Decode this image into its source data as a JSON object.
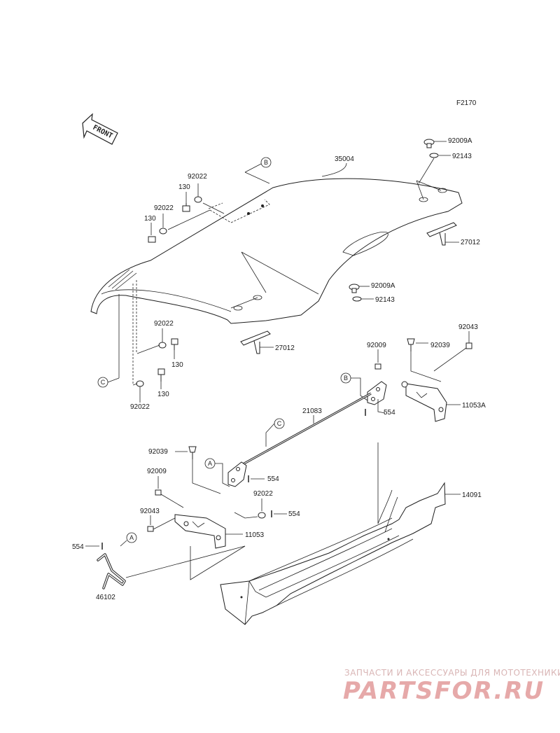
{
  "figure_id": "F2170",
  "front_label": "FRONT",
  "parts": {
    "p35004": "35004",
    "p92009A_top": "92009A",
    "p92143_top": "92143",
    "p27012_right": "27012",
    "p92022_a": "92022",
    "p130_a": "130",
    "p92022_b": "92022",
    "p130_b": "130",
    "p92009A_mid": "92009A",
    "p92143_mid": "92143",
    "p27012_mid": "27012",
    "p92022_c": "92022",
    "p130_c": "130",
    "p130_d": "130",
    "p92022_d": "92022",
    "p92043_right": "92043",
    "p92009_right": "92009",
    "p92039_right": "92039",
    "p11053A": "11053A",
    "p554_right": "554",
    "p21083": "21083",
    "p92039_left": "92039",
    "p554_mid": "554",
    "p92009_left": "92009",
    "p92022_e": "92022",
    "p554_left2": "554",
    "p92043_left": "92043",
    "p11053": "11053",
    "p554_far": "554",
    "p46102": "46102",
    "p14091": "14091"
  },
  "callouts": {
    "B_top": "B",
    "C_left": "C",
    "B_right": "B",
    "C_mid": "C",
    "A_mid": "A",
    "A_low": "A"
  },
  "watermark": {
    "tagline": "ЗАПЧАСТИ И АКСЕССУАРЫ ДЛЯ МОТОТЕХНИКИ",
    "brand": "PARTSFOR.RU"
  }
}
